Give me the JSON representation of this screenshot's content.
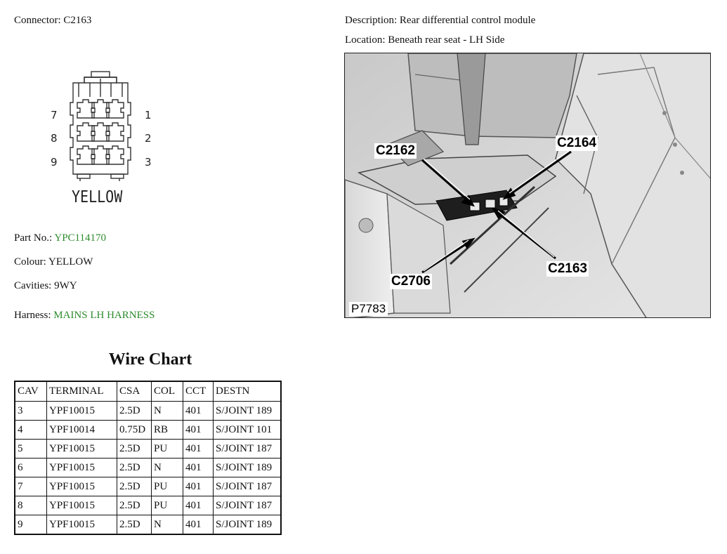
{
  "connector": {
    "label": "Connector:",
    "value": "C2163",
    "drawing_label": "YELLOW",
    "pin_numbers": [
      "7",
      "8",
      "9",
      "1",
      "2",
      "3"
    ]
  },
  "description": {
    "label": "Description:",
    "value": "Rear differential control module"
  },
  "location": {
    "label": "Location:",
    "value": "Beneath rear seat - LH Side"
  },
  "details": {
    "part_no_label": "Part No.:",
    "part_no": "YPC114170",
    "colour_label": "Colour:",
    "colour": "YELLOW",
    "cavities_label": "Cavities:",
    "cavities": "9WY",
    "harness_label": "Harness:",
    "harness": "MAINS LH HARNESS"
  },
  "photo": {
    "callouts": [
      "C2162",
      "C2164",
      "C2163",
      "C2706"
    ],
    "reference": "P7783"
  },
  "wire_chart": {
    "title": "Wire Chart",
    "headers": [
      "CAV",
      "TERMINAL",
      "CSA",
      "COL",
      "CCT",
      "DESTN"
    ],
    "rows": [
      [
        "3",
        "YPF10015",
        "2.5D",
        "N",
        "401",
        "S/JOINT 189"
      ],
      [
        "4",
        "YPF10014",
        "0.75D",
        "RB",
        "401",
        "S/JOINT 101"
      ],
      [
        "5",
        "YPF10015",
        "2.5D",
        "PU",
        "401",
        "S/JOINT 187"
      ],
      [
        "6",
        "YPF10015",
        "2.5D",
        "N",
        "401",
        "S/JOINT 189"
      ],
      [
        "7",
        "YPF10015",
        "2.5D",
        "PU",
        "401",
        "S/JOINT 187"
      ],
      [
        "8",
        "YPF10015",
        "2.5D",
        "PU",
        "401",
        "S/JOINT 187"
      ],
      [
        "9",
        "YPF10015",
        "2.5D",
        "N",
        "401",
        "S/JOINT 189"
      ]
    ]
  },
  "colors": {
    "link_green": "#2e8b2e",
    "text": "#111111"
  }
}
